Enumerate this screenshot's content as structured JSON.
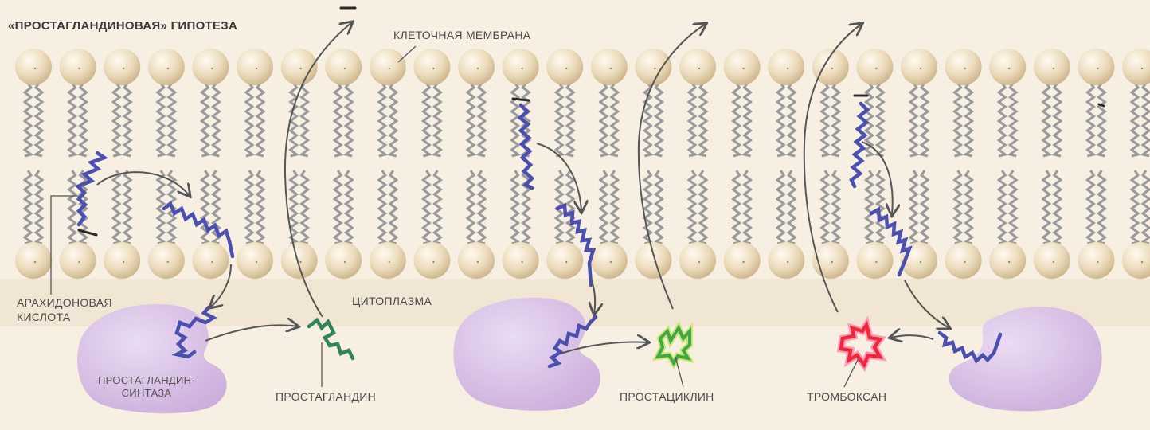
{
  "title": "«ПРОСТАГЛАНДИНОВАЯ» ГИПОТЕЗА",
  "labels": {
    "membrane": "КЛЕТОЧНАЯ МЕМБРАНА",
    "cytoplasm": "ЦИТОПЛАЗМА",
    "arachidonic_line1": "АРАХИДОНОВАЯ",
    "arachidonic_line2": "КИСЛОТА",
    "synthase_line1": "ПРОСТАГЛАНДИН-",
    "synthase_line2": "СИНТАЗА",
    "prostaglandin": "ПРОСТАГЛАНДИН",
    "prostacyclin": "ПРОСТАЦИКЛИН",
    "thromboxane": "ТРОМБОКСАН"
  },
  "colors": {
    "background": "#f6efe2",
    "lipid_head": "#ead8b5",
    "lipid_tail": "#9a9a9a",
    "arachidonic_acid": "#4a4fb0",
    "enzyme": "#d6bee4",
    "prostaglandin": "#3f9a5e",
    "prostacyclin": "#56b84a",
    "thromboxane": "#ee2a3a",
    "arrow": "#5a5a5a"
  }
}
